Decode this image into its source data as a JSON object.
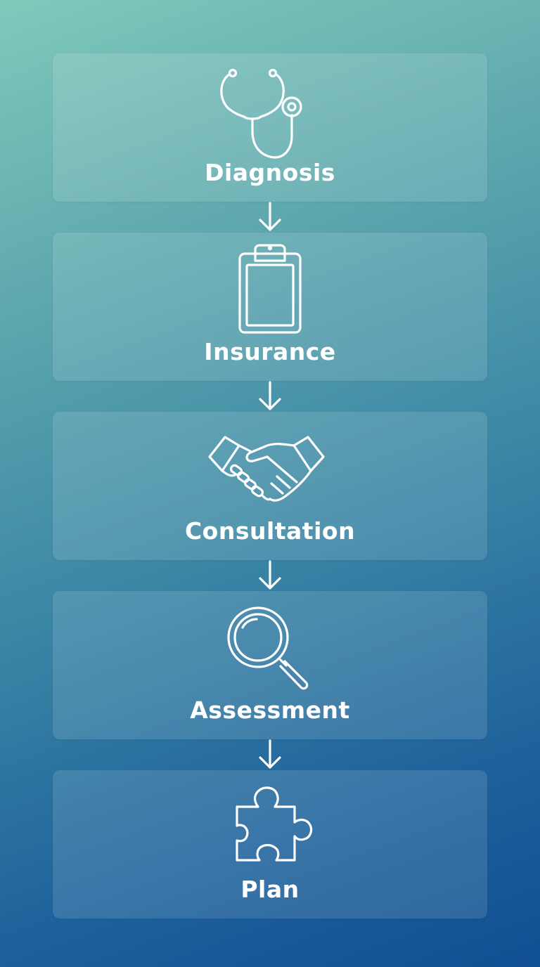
{
  "steps": [
    {
      "label": "Diagnosis",
      "icon": "stethoscope-icon"
    },
    {
      "label": "Insurance",
      "icon": "clipboard-icon"
    },
    {
      "label": "Consultation",
      "icon": "handshake-icon"
    },
    {
      "label": "Assessment",
      "icon": "magnifying-glass-icon"
    },
    {
      "label": "Plan",
      "icon": "puzzle-piece-icon"
    }
  ],
  "colors": {
    "gradient_top": "#80c9bb",
    "gradient_bottom": "#0f4f92",
    "text": "#ffffff"
  }
}
